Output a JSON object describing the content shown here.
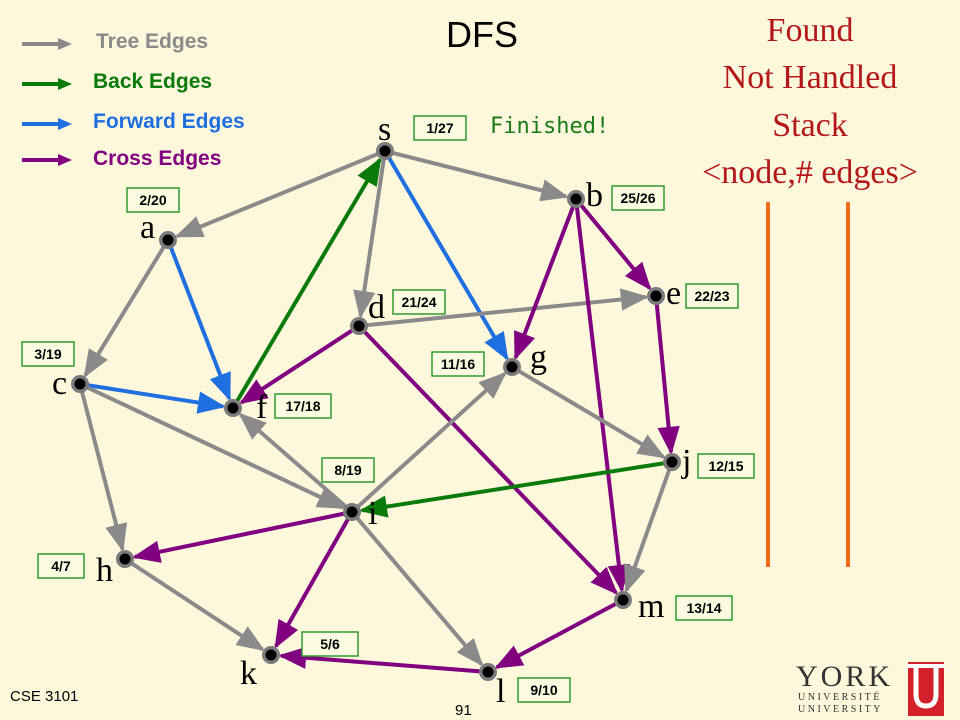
{
  "title": "DFS",
  "legend": [
    {
      "label": "Tree Edges",
      "color": "#8a8a8a"
    },
    {
      "label": "Back Edges",
      "color": "#0a7a0a"
    },
    {
      "label": "Forward Edges",
      "color": "#1f6fe0"
    },
    {
      "label": "Cross Edges",
      "color": "#800080"
    }
  ],
  "status": {
    "found": "Found",
    "not_handled": "Not Handled",
    "stack": "Stack",
    "node_edges": "<node,# edges>"
  },
  "finished_text": "Finished!",
  "footer": {
    "course": "CSE 3101",
    "page_number": "91"
  },
  "logo": {
    "top": "YORK",
    "mid": "UNIVERSITÉ",
    "bottom": "UNIVERSITY"
  },
  "nodes": [
    {
      "id": "s",
      "label": "s",
      "time": "1/27"
    },
    {
      "id": "a",
      "label": "a",
      "time": "2/20"
    },
    {
      "id": "b",
      "label": "b",
      "time": "25/26"
    },
    {
      "id": "c",
      "label": "c",
      "time": "3/19"
    },
    {
      "id": "d",
      "label": "d",
      "time": "21/24"
    },
    {
      "id": "e",
      "label": "e",
      "time": "22/23"
    },
    {
      "id": "f",
      "label": "f",
      "time": "17/18"
    },
    {
      "id": "g",
      "label": "g",
      "time": "11/16"
    },
    {
      "id": "h",
      "label": "h",
      "time": "4/7"
    },
    {
      "id": "i",
      "label": "i",
      "time": "8/19"
    },
    {
      "id": "j",
      "label": "j",
      "time": "12/15"
    },
    {
      "id": "k",
      "label": "k",
      "time": "5/6"
    },
    {
      "id": "l",
      "label": "l",
      "time": "9/10"
    },
    {
      "id": "m",
      "label": "m",
      "time": "13/14"
    }
  ],
  "edges": [
    {
      "from": "s",
      "to": "a",
      "type": "tree"
    },
    {
      "from": "s",
      "to": "b",
      "type": "tree"
    },
    {
      "from": "s",
      "to": "d",
      "type": "tree"
    },
    {
      "from": "s",
      "to": "g",
      "type": "forward"
    },
    {
      "from": "a",
      "to": "c",
      "type": "tree"
    },
    {
      "from": "a",
      "to": "f",
      "type": "forward"
    },
    {
      "from": "c",
      "to": "f",
      "type": "forward"
    },
    {
      "from": "c",
      "to": "i",
      "type": "tree"
    },
    {
      "from": "c",
      "to": "h",
      "type": "tree"
    },
    {
      "from": "f",
      "to": "s",
      "type": "back"
    },
    {
      "from": "d",
      "to": "f",
      "type": "cross"
    },
    {
      "from": "d",
      "to": "e",
      "type": "tree"
    },
    {
      "from": "d",
      "to": "m",
      "type": "cross"
    },
    {
      "from": "b",
      "to": "g",
      "type": "cross"
    },
    {
      "from": "b",
      "to": "e",
      "type": "cross"
    },
    {
      "from": "b",
      "to": "m",
      "type": "cross"
    },
    {
      "from": "e",
      "to": "j",
      "type": "cross"
    },
    {
      "from": "g",
      "to": "j",
      "type": "tree"
    },
    {
      "from": "i",
      "to": "g",
      "type": "tree"
    },
    {
      "from": "i",
      "to": "f",
      "type": "tree"
    },
    {
      "from": "i",
      "to": "h",
      "type": "cross"
    },
    {
      "from": "i",
      "to": "k",
      "type": "cross"
    },
    {
      "from": "i",
      "to": "l",
      "type": "tree"
    },
    {
      "from": "j",
      "to": "i",
      "type": "back"
    },
    {
      "from": "j",
      "to": "m",
      "type": "tree"
    },
    {
      "from": "h",
      "to": "k",
      "type": "tree"
    },
    {
      "from": "m",
      "to": "l",
      "type": "cross"
    },
    {
      "from": "l",
      "to": "k",
      "type": "cross"
    }
  ],
  "edge_colors": {
    "tree": "#8a8a8a",
    "back": "#0a7a0a",
    "forward": "#1f6fe0",
    "cross": "#800080"
  },
  "stack_bar_color": "#ee6b1d",
  "time_box_border": "#2e9a2e",
  "logo_red": "#d4202a"
}
